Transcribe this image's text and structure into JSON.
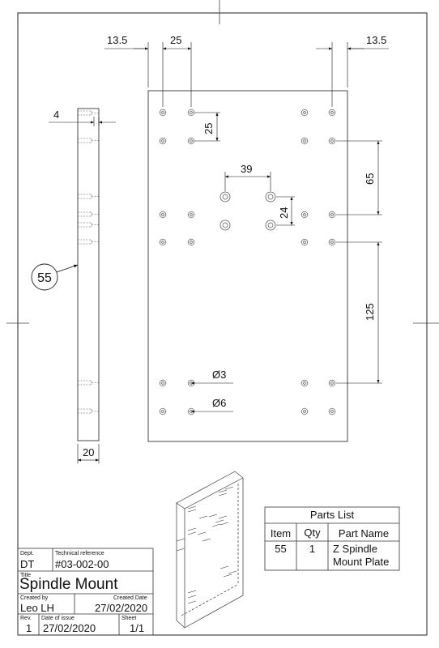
{
  "drawing": {
    "dimensions": {
      "left_margin": "13.5",
      "hole_spacing_top": "25",
      "right_margin": "13.5",
      "side_thickness_top": "4",
      "hole_spacing_vertical": "25",
      "center_hole_spacing": "39",
      "right_spacing_upper": "65",
      "center_vertical": "24",
      "right_spacing_lower": "125",
      "small_hole_dia": "Ø3",
      "large_hole_dia": "Ø6",
      "side_width": "20"
    },
    "balloon": "55"
  },
  "parts_list": {
    "title": "Parts List",
    "headers": [
      "Item",
      "Qty",
      "Part Name"
    ],
    "rows": [
      {
        "item": "55",
        "qty": "1",
        "name_line1": "Z Spindle",
        "name_line2": "Mount Plate"
      }
    ]
  },
  "title_block": {
    "dept_label": "Dept.",
    "dept": "DT",
    "tech_ref_label": "Technical reference",
    "tech_ref": "#03-002-00",
    "title_label": "Title",
    "title": "Spindle Mount",
    "created_by_label": "Created by",
    "created_by": "Leo LH",
    "created_date_label": "Created Date",
    "created_date": "27/02/2020",
    "rev_label": "Rev.",
    "rev": "1",
    "issue_label": "Date of issue",
    "issue_date": "27/02/2020",
    "sheet_label": "Sheet",
    "sheet": "1/1"
  }
}
